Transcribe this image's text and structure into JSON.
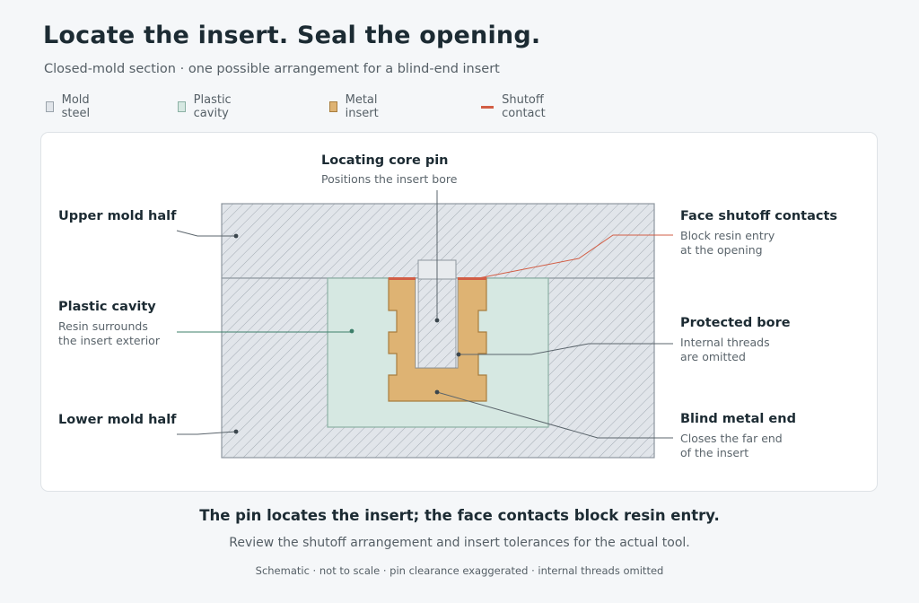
{
  "header": {
    "title": "Locate the insert. Seal the opening.",
    "subtitle": "Closed-mold section · one possible arrangement for a blind-end insert"
  },
  "legend": {
    "mold_steel": "Mold steel",
    "plastic_cavity": "Plastic cavity",
    "metal_insert": "Metal insert",
    "shutoff_contact": "Shutoff contact"
  },
  "labels": {
    "core_pin": {
      "title": "Locating core pin",
      "desc": "Positions the insert bore"
    },
    "upper_half": {
      "title": "Upper mold half"
    },
    "plastic_cavity": {
      "title": "Plastic cavity",
      "desc1": "Resin surrounds",
      "desc2": "the insert exterior"
    },
    "lower_half": {
      "title": "Lower mold half"
    },
    "face_shutoff": {
      "title": "Face shutoff contacts",
      "desc1": "Block resin entry",
      "desc2": "at the opening"
    },
    "protected_bore": {
      "title": "Protected bore",
      "desc1": "Internal threads",
      "desc2": "are omitted"
    },
    "blind_end": {
      "title": "Blind metal end",
      "desc1": "Closes the far end",
      "desc2": "of the insert"
    }
  },
  "footer": {
    "conclusion": "The pin locates the insert; the face contacts block resin entry.",
    "review": "Review the shutoff arrangement and insert tolerances for the actual tool.",
    "footnote": "Schematic · not to scale · pin clearance exaggerated · internal threads omitted"
  },
  "colors": {
    "steel": "#e1e5ea",
    "cavity": "#d6e8e2",
    "insert": "#deb373",
    "shutoff": "#d25e45",
    "text": "#1c2b33"
  }
}
